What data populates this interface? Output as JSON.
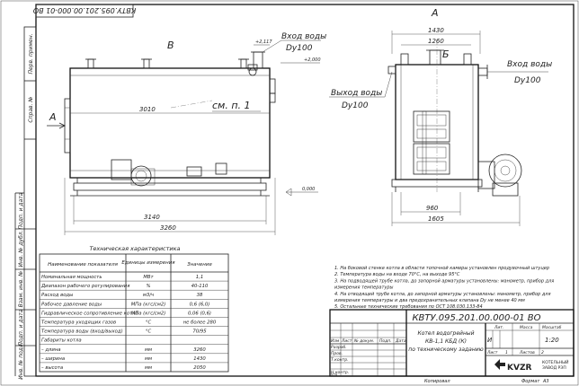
{
  "drawing_code_rotated": "КВТУ.095.201.00.000-01 ВО",
  "margin_labels": [
    "Перв. примен.",
    "Справ. №",
    "Подп. и дата",
    "Инв. № дубл.",
    "Взам. инв. №",
    "Подп. и дата",
    "Инв. № подл."
  ],
  "side_view": {
    "label_view": "В",
    "label_section": "А",
    "inlet_label": "Вход воды",
    "inlet_size": "Dy100",
    "note_ref": "см. п. 1",
    "elev_top": "+2,117",
    "elev_mid": "+2,000",
    "elev_base": "0,000",
    "dim_inner": "3010",
    "dim_mid": "3140",
    "dim_total": "3260"
  },
  "front_view": {
    "label_view": "А",
    "label_section": "Б",
    "dim_top_outer": "1430",
    "dim_top_inner": "1260",
    "outlet_label": "Выход воды",
    "outlet_size": "Dy100",
    "inlet_label": "Вход воды",
    "inlet_size": "Dy100",
    "dim_bottom_inner": "960",
    "dim_bottom_outer": "1605"
  },
  "specs": {
    "title": "Техническая характеристика",
    "headers": [
      "Наименование показателя",
      "Единицы измерения",
      "Значение"
    ],
    "rows": [
      [
        "Номинальная мощность",
        "МВт",
        "1,1"
      ],
      [
        "Диапазон рабочего регулирования",
        "%",
        "40-110"
      ],
      [
        "Расход воды",
        "м3/ч",
        "38"
      ],
      [
        "Рабочее давление воды",
        "МПа (кгс/см2)",
        "0,6 (6,0)"
      ],
      [
        "Гидравлическое сопротивление котла",
        "МПа (кгс/см2)",
        "0,06 (0,6)"
      ],
      [
        "Температура уходящих газов",
        "°С",
        "не более 280"
      ],
      [
        "Температура воды (вход/выход)",
        "°С",
        "70/95"
      ],
      [
        "Габариты котла",
        "",
        ""
      ],
      [
        "– длина",
        "мм",
        "3260"
      ],
      [
        "– ширина",
        "мм",
        "1430"
      ],
      [
        "– высота",
        "мм",
        "2050"
      ]
    ]
  },
  "notes": [
    "1. На боковой стенке котла в области топочной камеры установлен продувочный штуцер",
    "2. Температура воды на входе 70°С, на выходе 95°С",
    "3. На подводящей трубе котла, до запорной арматуры установлены: манометр, прибор для",
    "измерения температуры",
    "4. На отводящей трубе котла, до запорной арматуры установлены: манометр, прибор для",
    "измерения температуры и два предохранительных клапана Dy не менее 40 мм",
    "5. Остальные технические требования по ОСТ 108.030.133-84"
  ],
  "title_block": {
    "code": "КВТУ.095.201.00.000-01 ВО",
    "name_lines": [
      "Котел водогрейный",
      "КВ-1,1 КБД (К)",
      "по техническому заданию"
    ],
    "col_headers": [
      "Изм",
      "Лист",
      "№ докум.",
      "Подп.",
      "Дата"
    ],
    "roles": [
      "Разраб.",
      "Пров.",
      "Т.контр.",
      "",
      "Н.контр.",
      "Утв."
    ],
    "lit_header": "Лит.",
    "mass_header": "Масса",
    "scale_header": "Масштаб",
    "lit_value": "И",
    "scale_value": "1:20",
    "sheet_label": "Лист",
    "sheet_value": "1",
    "sheets_label": "Листов",
    "sheets_value": "2",
    "company_logo": "KVZR",
    "company_name_1": "КОТЕЛЬНЫЙ",
    "company_name_2": "ЗАВОД РЭП",
    "copied": "Копировал",
    "format": "Формат",
    "format_value": "А3"
  }
}
